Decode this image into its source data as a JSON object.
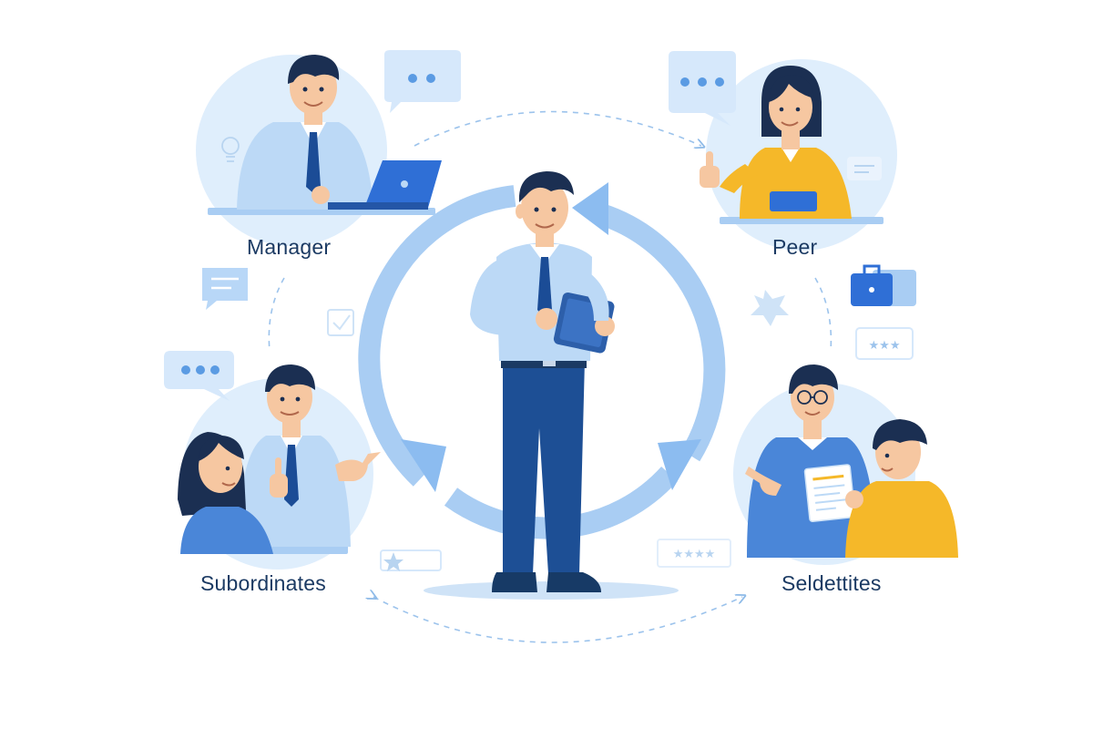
{
  "roles": {
    "manager": "Manager",
    "peer": "Peer",
    "subordinates": "Subordinates",
    "self": "Seldettites"
  },
  "colors": {
    "accent_blue": "#2f6fd6",
    "light_blue": "#d7e8fb",
    "cycle_blue": "#a9cdf3",
    "navy": "#1a4b8c",
    "yellow": "#f5b829",
    "label_text": "#1b3a63"
  },
  "icons": [
    "speech-bubble-icon",
    "lightbulb-icon",
    "checkbox-icon",
    "star-badge-icon",
    "briefcase-icon",
    "star-rating-icon",
    "thumbs-up-icon",
    "laptop-icon",
    "tablet-icon",
    "document-icon"
  ]
}
